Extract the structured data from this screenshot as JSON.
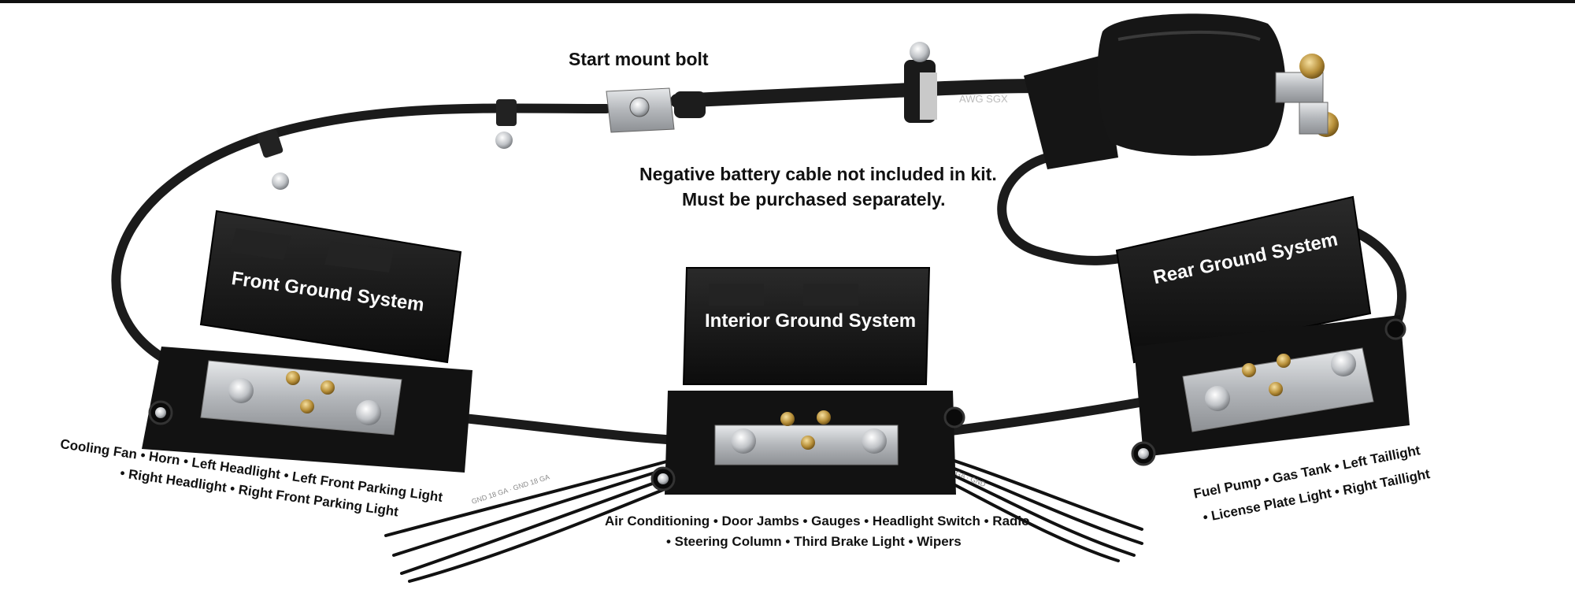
{
  "photo": {
    "callout_mount": "Start mount bolt",
    "note_line1": "Negative battery cable not included in kit.",
    "note_line2": "Must be purchased separately.",
    "cable_print": "AWG SGX",
    "front": {
      "title": "Front Ground System",
      "list_line1": "Cooling Fan • Horn • Left Headlight • Left Front Parking Light",
      "list_line2": "• Right Headlight • Right Front Parking Light"
    },
    "interior": {
      "title": "Interior Ground System",
      "list_line1": "Air Conditioning • Door Jambs • Gauges • Headlight Switch • Radio",
      "list_line2": "• Steering Column • Third Brake Light • Wipers"
    },
    "rear": {
      "title": "Rear Ground System",
      "list_line1": "Fuel Pump • Gas Tank • Left Taillight",
      "list_line2": "• License Plate Light • Right Taillight"
    },
    "colors": {
      "housing": "#141414",
      "cable": "#1c1c1c",
      "busbar": "#b9bcc0",
      "bolt": "#d8d8d8"
    }
  }
}
